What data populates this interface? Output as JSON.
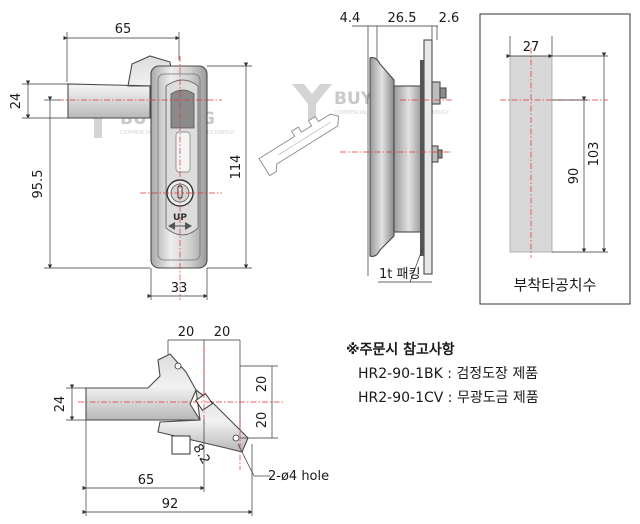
{
  "front_view": {
    "width_top": "65",
    "height_left": "24",
    "height_mid": "95.5",
    "height_total": "114",
    "width_bottom": "33",
    "marking": "UP"
  },
  "side_view": {
    "dim_a": "4.4",
    "dim_b": "26.5",
    "dim_c": "2.6",
    "packing_label": "1t 패킹"
  },
  "cutout": {
    "width": "27",
    "height_inner": "90",
    "height_outer": "103",
    "caption": "부착타공치수"
  },
  "bottom_view": {
    "top_left": "20",
    "top_right": "20",
    "left_height": "24",
    "right_upper": "20",
    "right_lower": "20",
    "square": "8.2",
    "hole_label": "2-ø4 hole",
    "width_65": "65",
    "width_92": "92"
  },
  "order_notes": {
    "heading": "※주문시 참고사항",
    "lines": [
      "HR2-90-1BK : 검정도장 제품",
      "HR2-90-1CV : 무광도금 제품"
    ]
  },
  "watermark": {
    "text": "BUYOUNG",
    "subtext": "COMMERCIAL VEHICLE ACCESSORIES ENERGY"
  },
  "colors": {
    "centerline": "#e03030",
    "cutout_fill": "#d8d8d8",
    "metal_light": "#e6e6e6",
    "metal_mid": "#c4c4c4",
    "metal_dark": "#8e8e8e"
  }
}
